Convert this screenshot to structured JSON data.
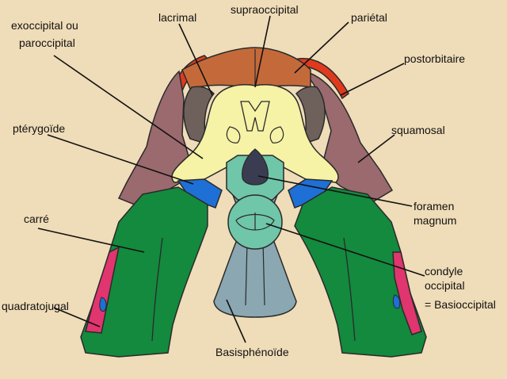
{
  "labels": {
    "exoccipital_1": "exoccipital ou",
    "exoccipital_2": "paroccipital",
    "lacrimal": "lacrimal",
    "supraoccipital": "supraoccipital",
    "parietal": "pariétal",
    "postorbitaire": "postorbitaire",
    "pterygoide": "ptérygoïde",
    "squamosal": "squamosal",
    "foramen_1": "foramen",
    "foramen_2": "magnum",
    "carre": "carré",
    "condyle_1": "condyle",
    "condyle_2": "occipital",
    "basioccipital": "= Basioccipital",
    "quadratojugal": "quadratojugal",
    "basisphenoide": "Basisphénoïde"
  },
  "colors": {
    "background": "#efdcb8",
    "parietal": "#c46a3a",
    "postorbitaire": "#e03a1e",
    "squamosal": "#9a6a6e",
    "supraoccipital": "#f6f2a6",
    "exoccipital": "#6e615c",
    "pterygoide": "#1e6fd6",
    "foramen": "#3a3d52",
    "condyle": "#6fc6a8",
    "basisphenoide": "#8aa7b2",
    "carre": "#138a3e",
    "quadratojugal": "#e0356e",
    "outline": "#2a2a2a"
  }
}
